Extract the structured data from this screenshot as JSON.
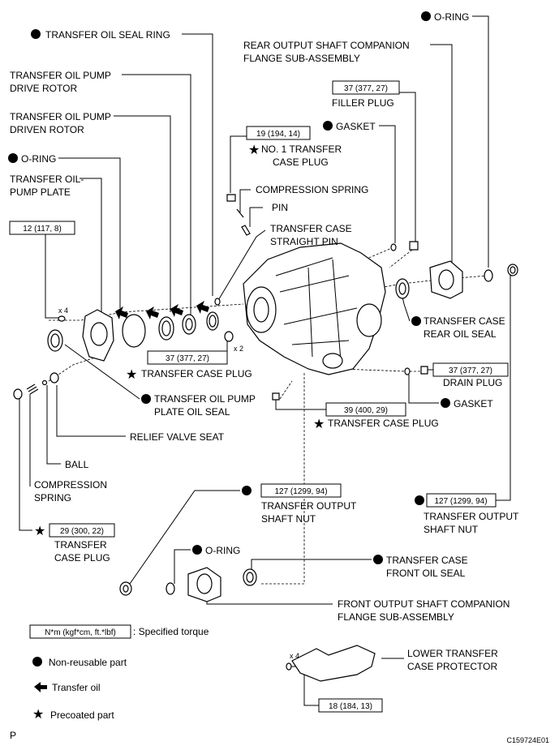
{
  "labels": {
    "oil_seal_ring": "TRANSFER OIL SEAL RING",
    "pump_drive_rotor_1": "TRANSFER OIL PUMP",
    "pump_drive_rotor_2": "DRIVE ROTOR",
    "pump_driven_rotor_1": "TRANSFER OIL PUMP",
    "pump_driven_rotor_2": "DRIVEN ROTOR",
    "o_ring_left": "O-RING",
    "pump_plate_1": "TRANSFER OIL-",
    "pump_plate_2": "PUMP PLATE",
    "o_ring_top": "O-RING",
    "rear_flange_1": "REAR OUTPUT SHAFT COMPANION",
    "rear_flange_2": "FLANGE SUB-ASSEMBLY",
    "filler_plug": "FILLER PLUG",
    "gasket_top": "GASKET",
    "no1_plug_1": "NO. 1 TRANSFER",
    "no1_plug_2": "CASE PLUG",
    "compression_spring_top": "COMPRESSION SPRING",
    "pin": "PIN",
    "straight_pin_1": "TRANSFER CASE",
    "straight_pin_2": "STRAIGHT PIN",
    "x4_left": "x 4",
    "x2": "x 2",
    "rear_oil_seal_1": "TRANSFER CASE",
    "rear_oil_seal_2": "REAR OIL SEAL",
    "case_plug_mid": "TRANSFER CASE PLUG",
    "drain_plug": "DRAIN PLUG",
    "pump_plate_oil_seal_1": "TRANSFER OIL PUMP",
    "pump_plate_oil_seal_2": "PLATE OIL SEAL",
    "gasket_right": "GASKET",
    "case_plug_right": "TRANSFER CASE PLUG",
    "relief_valve_seat": "RELIEF VALVE SEAT",
    "ball": "BALL",
    "compression_spring_left_1": "COMPRESSION",
    "compression_spring_left_2": "SPRING",
    "output_nut_mid_1": "TRANSFER OUTPUT",
    "output_nut_mid_2": "SHAFT NUT",
    "output_nut_right_1": "TRANSFER OUTPUT",
    "output_nut_right_2": "SHAFT NUT",
    "case_plug_left_1": "TRANSFER",
    "case_plug_left_2": "CASE PLUG",
    "o_ring_bottom": "O-RING",
    "front_oil_seal_1": "TRANSFER CASE",
    "front_oil_seal_2": "FRONT OIL SEAL",
    "front_flange_1": "FRONT OUTPUT SHAFT COMPANION",
    "front_flange_2": "FLANGE SUB-ASSEMBLY",
    "lower_protector_1": "LOWER TRANSFER",
    "lower_protector_2": "CASE PROTECTOR",
    "x4_bottom": "x 4"
  },
  "torques": {
    "filler": "37 (377, 27)",
    "no1_plug": "19 (194, 14)",
    "plate_bolts": "12 (117, 8)",
    "case_plug_mid": "37 (377, 27)",
    "drain": "37 (377, 27)",
    "case_plug_right": "39 (400, 29)",
    "nut_mid": "127 (1299, 94)",
    "nut_right": "127 (1299, 94)",
    "case_plug_left": "29 (300, 22)",
    "protector": "18 (184, 13)"
  },
  "legend": {
    "torque_box": "N*m (kgf*cm, ft.*lbf)",
    "torque_text": ": Specified torque",
    "non_reusable": "Non-reusable part",
    "transfer_oil": "Transfer oil",
    "precoated": "Precoated part"
  },
  "footer": {
    "left": "P",
    "right": "C159724E01"
  }
}
